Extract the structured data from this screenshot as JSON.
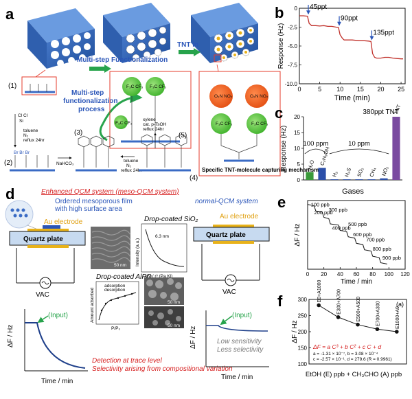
{
  "panels": {
    "a": {
      "letter": "a",
      "arrow1": "Multi-step Functionalization",
      "arrow2": "TNT in",
      "step_labels": [
        "(1)",
        "(2)",
        "(3)",
        "(4)",
        "(5)"
      ],
      "process_label": "Multi-step functionalization process",
      "reagents": {
        "r1": "toluene N₂ reflux 24hr",
        "r2": "NaHCO₃",
        "r3": "toluene N₂ reflux 24hr",
        "r4": "xylene cat. p-TsOH reflux 24hr"
      },
      "mechanism_label": "Specific TNT-molecule capturing mechanism"
    },
    "b": {
      "letter": "b"
    },
    "c": {
      "letter": "c"
    },
    "d": {
      "letter": "d",
      "title_enhanced": "Enhanced QCM system (meso-QCM system)",
      "film_label": "Ordered mesoporous film with high surface area",
      "au_label": "Au electrode",
      "quartz_label": "Quartz plate",
      "vac_label": "VAC",
      "title_normal": "normal-QCM system",
      "au_label_right": "Au electrode",
      "quartz_label_right": "Quartz plate",
      "vac_label_right": "VAC",
      "sio2_title": "Drop-coated SiO₂",
      "alpo_title": "Drop-coated AlPO",
      "sio2_pore": "6.3 nm",
      "sio2_xlabel": "dV / r³ (Pa Kl)",
      "sio2_ylabel": "Intensity (a.u.)",
      "alpo_xlabel": "P/P₀",
      "alpo_ylabel": "Amount adsorbed",
      "alpo_legend": [
        "adsorption",
        "desorption"
      ],
      "scale_bar": "50 nm",
      "input_label": "(Input)",
      "input_label_right": "(Input)",
      "df_label": "ΔF / Hz",
      "df_label_right": "ΔF / Hz",
      "time_label": "Time / min",
      "time_label_right": "Time / min",
      "note1": "Detection at trace level",
      "note2": "Selectivity arising from compositional variation",
      "low1": "Low sensitivity",
      "low2": "Less selectivity"
    },
    "e": {
      "letter": "e"
    },
    "f": {
      "letter": "f"
    }
  },
  "chart_data": [
    {
      "id": "b",
      "type": "line",
      "xlabel": "Time (min)",
      "ylabel": "Response (Hz)",
      "xlim": [
        0,
        26
      ],
      "ylim": [
        -10,
        0
      ],
      "xticks": [
        0,
        5,
        10,
        15,
        20,
        25
      ],
      "yticks": [
        0,
        -2.5,
        -5,
        -7.5,
        -10
      ],
      "ytick_labels": [
        "0",
        "-2.5",
        "-5.0",
        "-7.5",
        "-10.0"
      ],
      "series": [
        {
          "color": "#c0302a",
          "x": [
            0,
            1,
            2,
            2.4,
            3,
            4,
            5,
            6,
            7,
            8,
            9,
            9.6,
            10,
            10.6,
            11,
            12,
            13,
            14,
            15,
            16,
            17,
            17.6,
            18,
            18.5,
            19,
            20,
            21,
            22,
            23,
            24,
            25,
            25.5
          ],
          "y": [
            -1.0,
            -1.0,
            -1.05,
            -2.0,
            -2.3,
            -2.3,
            -2.35,
            -2.3,
            -2.4,
            -2.4,
            -2.5,
            -2.55,
            -3.5,
            -4.0,
            -4.2,
            -4.2,
            -4.2,
            -4.25,
            -4.3,
            -4.3,
            -4.35,
            -4.4,
            -6.0,
            -6.5,
            -6.6,
            -6.6,
            -6.5,
            -6.5,
            -6.6,
            -6.65,
            -6.7,
            -6.7
          ]
        }
      ],
      "annotations": [
        {
          "label": "45ppt",
          "x": 2.2,
          "y": -1.0
        },
        {
          "label": "90ppt",
          "x": 9.8,
          "y": -2.5
        },
        {
          "label": "135ppt",
          "x": 17.8,
          "y": -4.4
        }
      ]
    },
    {
      "id": "c",
      "type": "bar",
      "xlabel": "Gases",
      "ylabel": "Response (Hz)",
      "ylim": [
        0,
        20
      ],
      "yticks": [
        0,
        5,
        10,
        15,
        20
      ],
      "categories": [
        "H₂O",
        "C₂H₅OH",
        "H₂",
        "H₂S",
        "SO₂",
        "CH₄",
        "NO₂",
        "TNT"
      ],
      "values": [
        2.5,
        3.8,
        0.2,
        0.2,
        0.2,
        0.2,
        0.5,
        20
      ],
      "colors": [
        "#3a9a3a",
        "#2c4fa8",
        "#2c4fa8",
        "#2c4fa8",
        "#2c4fa8",
        "#2c4fa8",
        "#2c4fa8",
        "#7a4aa0"
      ],
      "group_labels": [
        {
          "label": "100 ppm",
          "from": 0,
          "to": 1
        },
        {
          "label": "10 ppm",
          "from": 2,
          "to": 6
        },
        {
          "label": "380ppt TNT",
          "from": 7,
          "to": 7
        }
      ]
    },
    {
      "id": "e",
      "type": "line",
      "xlabel": "Time / min",
      "ylabel": "ΔF / Hz",
      "xlim": [
        0,
        120
      ],
      "xticks": [
        0,
        20,
        40,
        60,
        80,
        100,
        120
      ],
      "series": [
        {
          "color": "#111111",
          "x": [
            0,
            8,
            10,
            18,
            20,
            26,
            28,
            38,
            40,
            48,
            50,
            58,
            60,
            68,
            70,
            78,
            80,
            88,
            90,
            98
          ],
          "y": [
            0,
            -2,
            -10,
            -12,
            -20,
            -22,
            -30,
            -32,
            -40,
            -42,
            -50,
            -52,
            -60,
            -62,
            -70,
            -72,
            -80,
            -82,
            -90,
            -92
          ]
        }
      ],
      "annotations": [
        {
          "label": "100 ppb",
          "x": 4,
          "y": 0
        },
        {
          "label": "200 ppb",
          "x": 8,
          "y": -12
        },
        {
          "label": "300 ppb",
          "x": 26,
          "y": -8
        },
        {
          "label": "400 ppb",
          "x": 30,
          "y": -36
        },
        {
          "label": "500 ppb",
          "x": 50,
          "y": -30
        },
        {
          "label": "600 ppb",
          "x": 56,
          "y": -46
        },
        {
          "label": "700 ppb",
          "x": 72,
          "y": -54
        },
        {
          "label": "800 ppb",
          "x": 80,
          "y": -68
        },
        {
          "label": "900 ppb",
          "x": 92,
          "y": -82
        }
      ]
    },
    {
      "id": "f",
      "type": "scatter",
      "xlabel": "EtOH (E) ppb + CH₃CHO (A) ppb",
      "ylabel": "ΔF / Hz",
      "ylim": [
        100,
        300
      ],
      "yticks": [
        100,
        150,
        200,
        250,
        300
      ],
      "categories": [
        "E0+A1000",
        "E300+A700",
        "E500+A500",
        "E700+A300",
        "E1000+A0"
      ],
      "values": [
        282,
        245,
        222,
        208,
        200
      ],
      "panel_tag": "(a)",
      "equation": "ΔF = a C³ + b C² + c C + d",
      "coef1": "a = -1.31 × 10⁻⁷, b = 3.08 × 10⁻⁴",
      "coef2": "c = -2.57 × 10⁻¹, d = 279.6 (R = 0.9961)"
    }
  ]
}
